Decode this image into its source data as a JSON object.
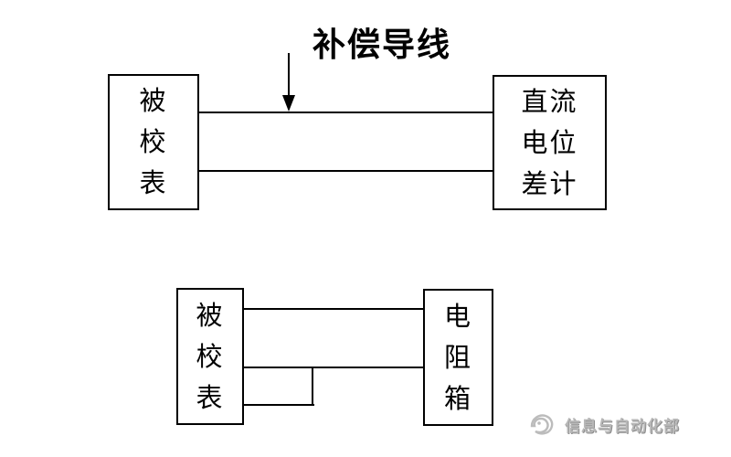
{
  "page": {
    "background_color": "#ffffff",
    "line_color": "#000000",
    "text_color": "#000000"
  },
  "diagram_top": {
    "label": "补偿导线",
    "arrow": "down-arrow",
    "left_box": {
      "lines": [
        "被",
        "校",
        "表"
      ]
    },
    "right_box": {
      "lines": [
        "直流",
        "电位",
        "差计"
      ]
    },
    "wires": [
      "top-lead",
      "bottom-lead"
    ]
  },
  "diagram_bottom": {
    "left_box": {
      "lines": [
        "被",
        "校",
        "表"
      ]
    },
    "right_box": {
      "lines": [
        "电",
        "阻",
        "箱"
      ]
    },
    "wires": [
      "top-lead",
      "middle-lead",
      "stub-lead"
    ]
  },
  "watermark": {
    "logo": "swirl-logo-icon",
    "text": "信息与自动化部",
    "color": "#b8b8b8"
  }
}
